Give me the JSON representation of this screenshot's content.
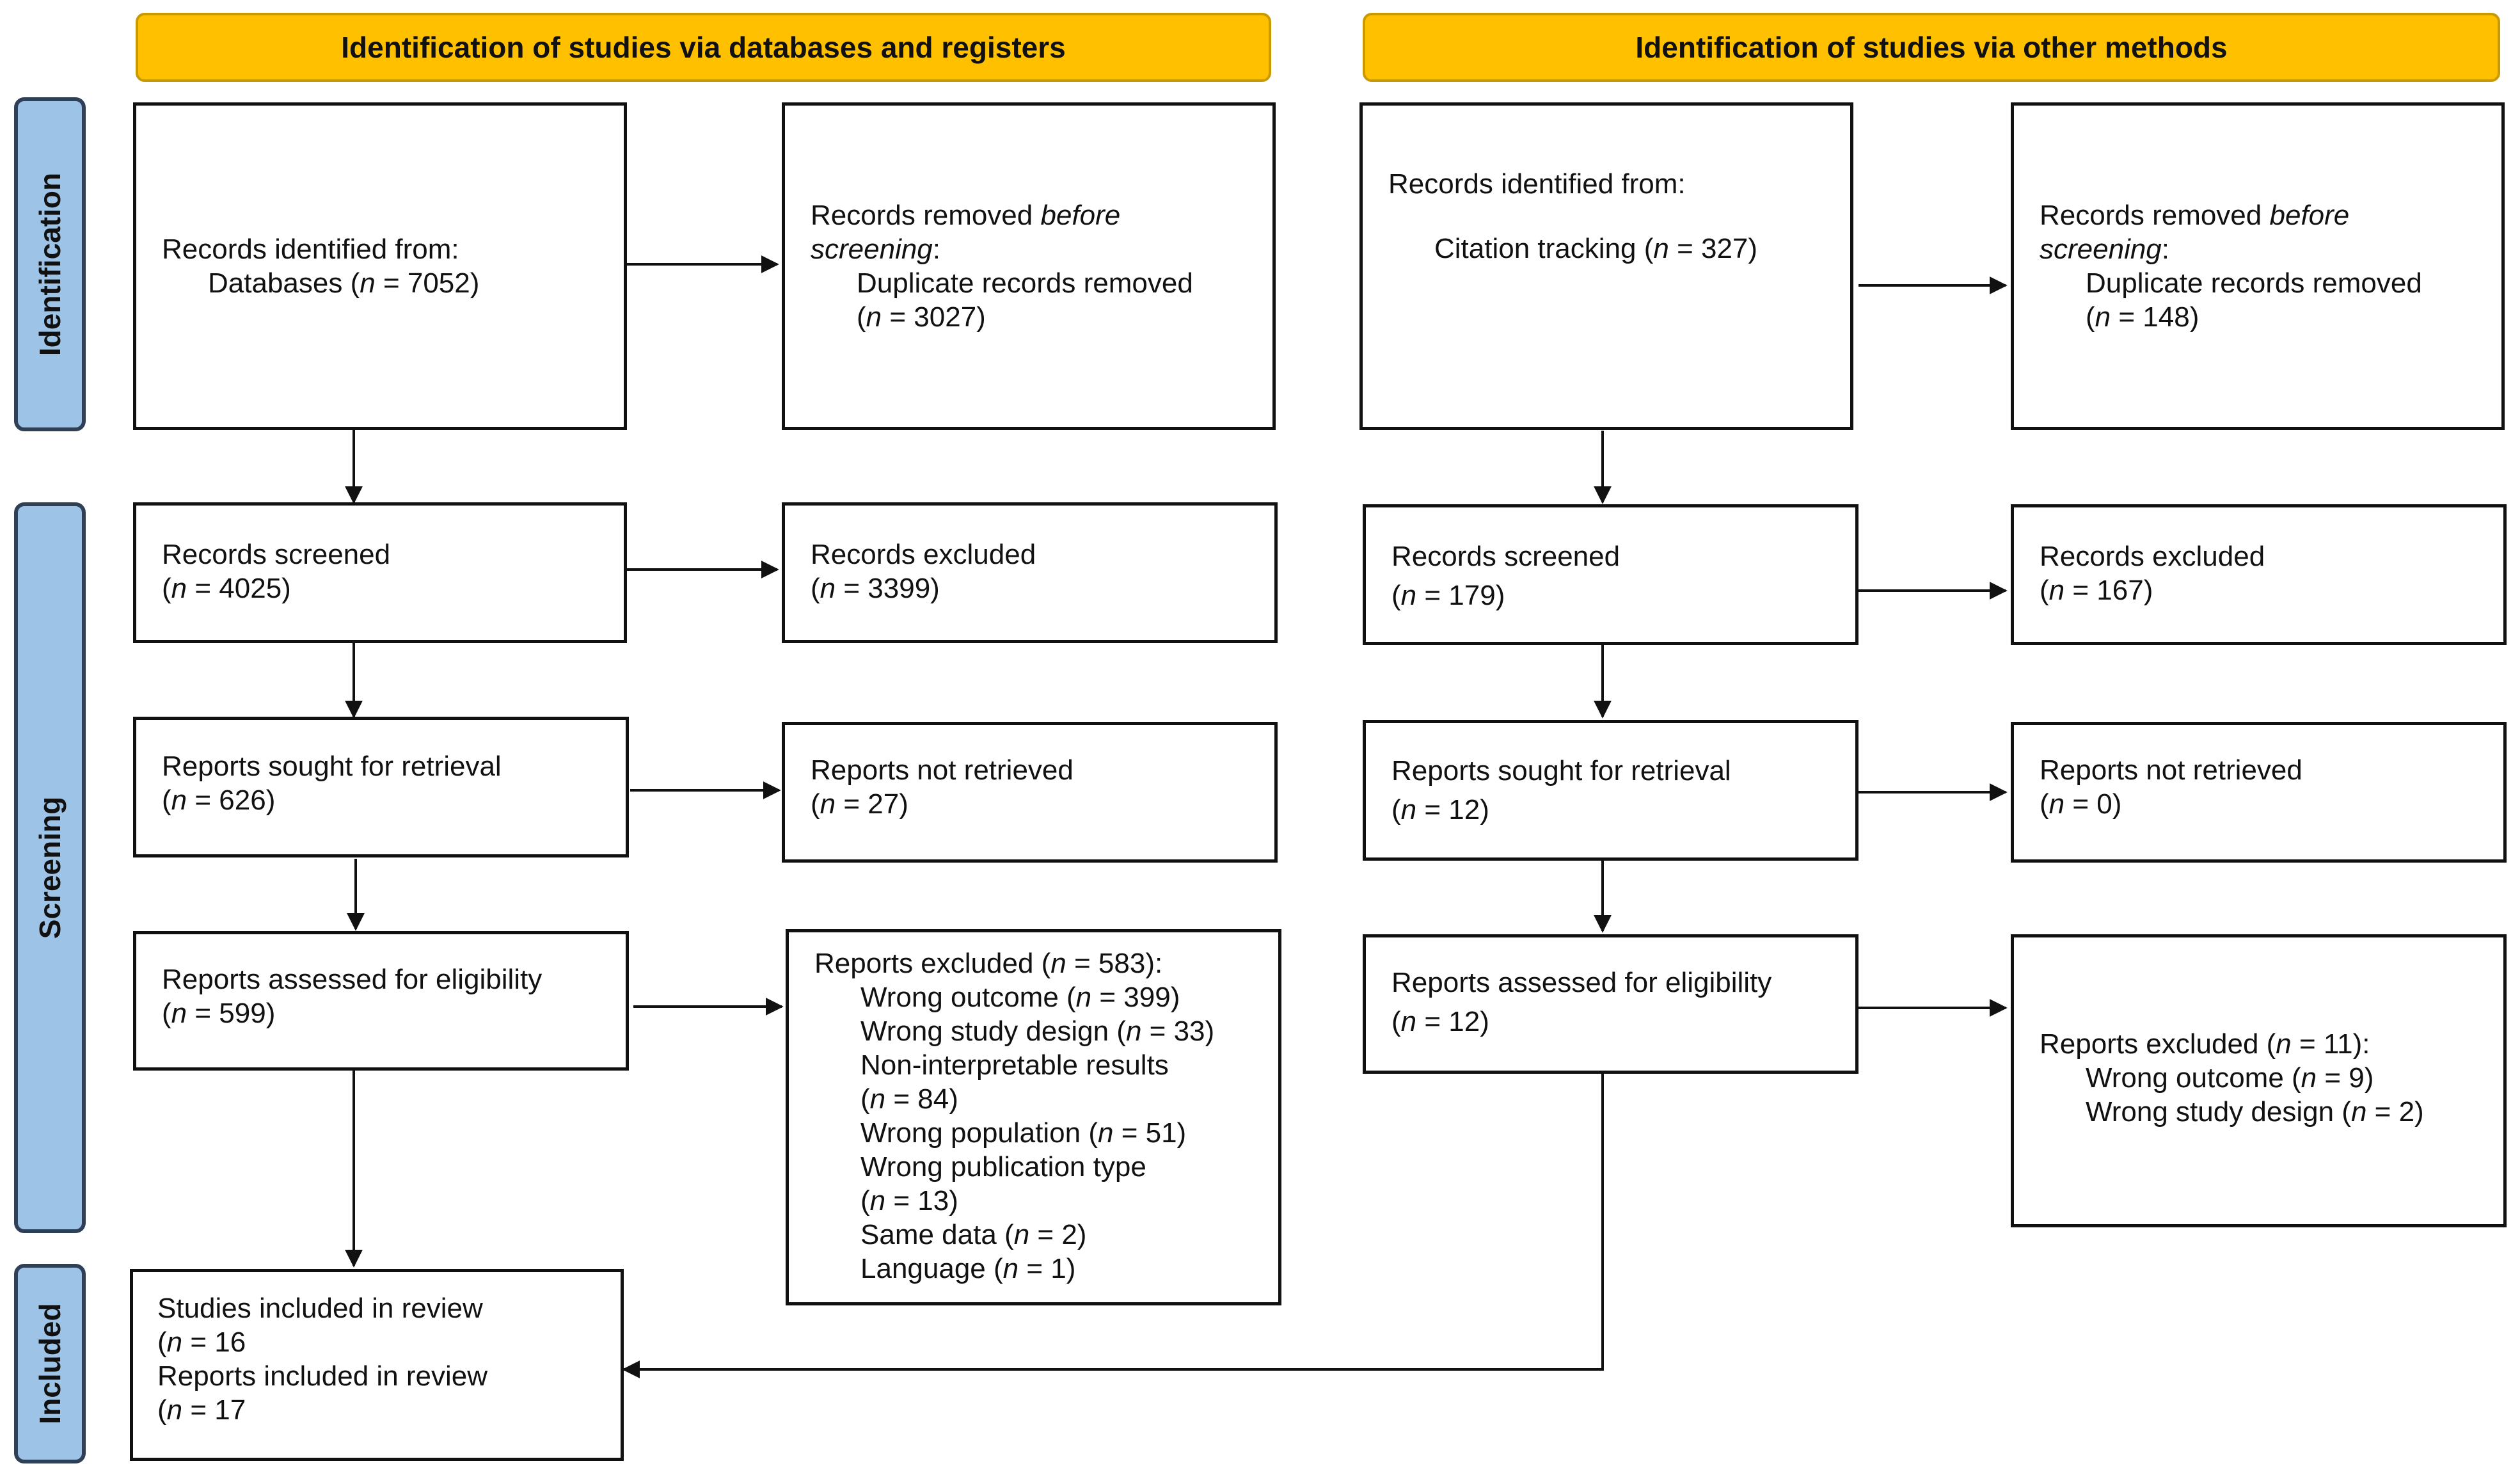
{
  "headers": {
    "left": "Identification of studies via databases and registers",
    "right": "Identification of studies via other methods"
  },
  "phases": {
    "identification": "Identification",
    "screening": "Screening",
    "included": "Included"
  },
  "labels": {
    "records_identified_from": "Records identified from:",
    "records_removed_before": "Records removed ",
    "before": "before",
    "screening_word": "screening",
    "colon": ":",
    "duplicate_records_removed": "Duplicate records removed",
    "records_screened": "Records screened",
    "records_excluded": "Records excluded",
    "reports_sought": "Reports sought for retrieval",
    "reports_not_retrieved": "Reports not retrieved",
    "reports_assessed": "Reports assessed for eligibility",
    "reports_excluded": "Reports excluded (",
    "studies_included": "Studies included in review",
    "reports_included": "Reports included in review",
    "n": "n",
    "eq_open": "(",
    "close": ")",
    "close_colon": "):"
  },
  "left": {
    "databases_label": "Databases (",
    "databases_n": " = 7052)",
    "duplicates_n": " = 3027)",
    "screened_n": " = 4025)",
    "excluded_n": " = 3399)",
    "sought_n": " = 626)",
    "not_retrieved_n": " = 27)",
    "assessed_n": " = 599)",
    "excluded_total_n": " = 583",
    "reasons": [
      {
        "label": "Wrong outcome (",
        "n": " = 399)"
      },
      {
        "label": "Wrong study design (",
        "n": " = 33)"
      },
      {
        "label": "Non-interpretable results",
        "label2": "(",
        "n": " = 84)"
      },
      {
        "label": "Wrong population (",
        "n": " = 51)"
      },
      {
        "label": "Wrong publication type",
        "label2": "(",
        "n": " = 13)"
      },
      {
        "label": "Same data (",
        "n": " = 2)"
      },
      {
        "label": "Language (",
        "n": " = 1)"
      }
    ]
  },
  "right": {
    "citation_label": "Citation tracking (",
    "citation_n": " = 327)",
    "duplicates_n": " = 148)",
    "screened_n": " = 179)",
    "excluded_n": " = 167)",
    "sought_n": " = 12)",
    "not_retrieved_n": " = 0)",
    "assessed_n": " = 12)",
    "excluded_total_n": " = 11",
    "reasons": [
      {
        "label": "Wrong outcome (",
        "n": " = 9)"
      },
      {
        "label": "Wrong study design (",
        "n": " = 2)"
      }
    ]
  },
  "included": {
    "studies_n": " = 16",
    "reports_n": " = 17"
  },
  "colors": {
    "header_fill": "#ffc000",
    "phase_fill": "#9dc3e6",
    "line": "#111111"
  }
}
